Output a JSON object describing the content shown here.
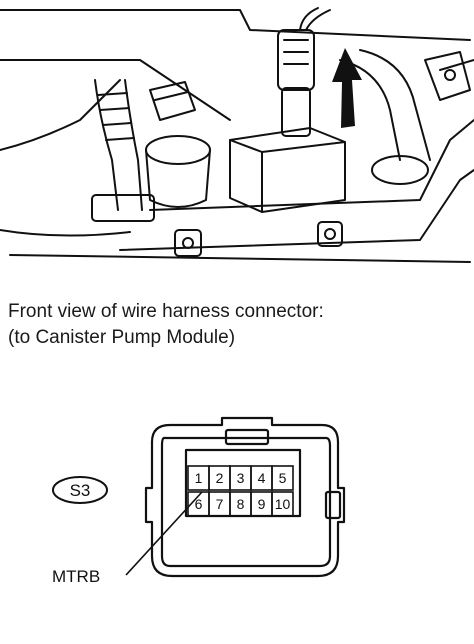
{
  "caption": {
    "line1": "Front view of wire harness connector:",
    "line2": "(to Canister Pump Module)"
  },
  "connector": {
    "code": "S3",
    "pins_top": [
      "1",
      "2",
      "3",
      "4",
      "5"
    ],
    "pins_bottom": [
      "6",
      "7",
      "8",
      "9",
      "10"
    ],
    "callout": "MTRB"
  },
  "colors": {
    "ink": "#111111",
    "background": "#ffffff"
  },
  "icons": {
    "arrow": "disconnect-arrow-icon"
  }
}
